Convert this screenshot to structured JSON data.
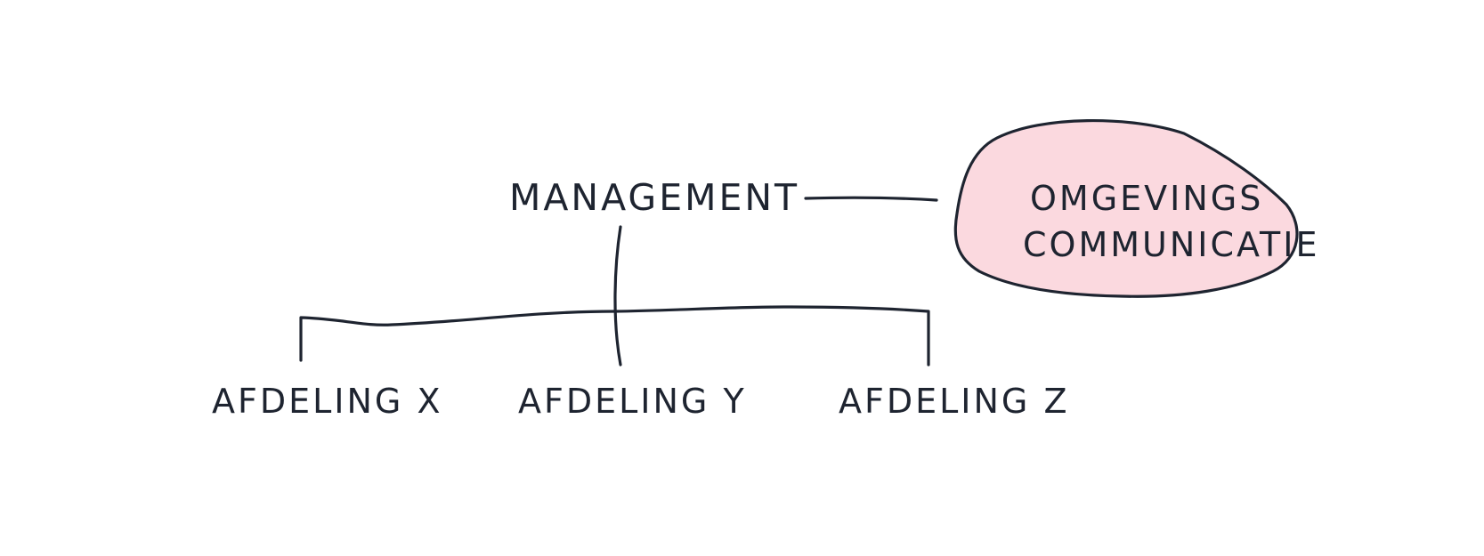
{
  "diagram": {
    "root": "MANAGEMENT",
    "side_node": {
      "line1": "OMGEVINGS",
      "line2": "COMMUNICATIE"
    },
    "departments": [
      "AFDELING X",
      "AFDELING Y",
      "AFDELING Z"
    ]
  },
  "colors": {
    "ink": "#1e2430",
    "side_fill": "#fbd9df"
  }
}
